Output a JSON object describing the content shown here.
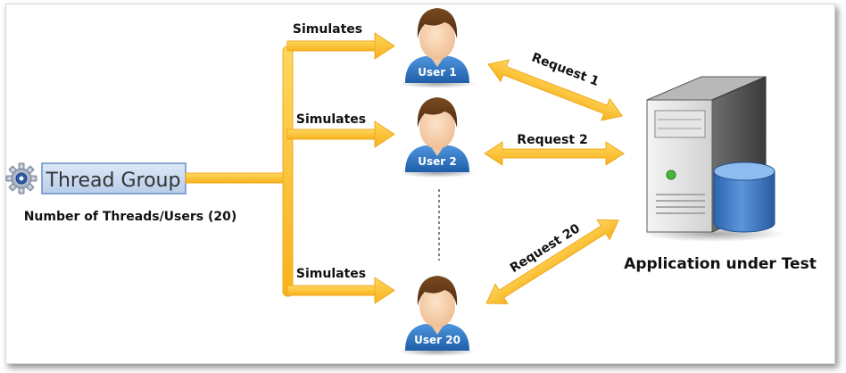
{
  "thread_group": {
    "label": "Thread Group",
    "caption": "Number of Threads/Users (20)",
    "icon": "gear-icon"
  },
  "simulates_labels": [
    "Simulates",
    "Simulates",
    "Simulates"
  ],
  "users": [
    "User 1",
    "User 2",
    "User 20"
  ],
  "requests": [
    "Request 1",
    "Request 2",
    "Request 20"
  ],
  "server": {
    "label": "Application under Test",
    "icon": "server-database-icon"
  },
  "colors": {
    "arrow": "#fbc02d",
    "arrow_edge": "#f2a516",
    "thread_box_fill": "#c9daf0",
    "thread_box_border": "#6b8fc4",
    "user_shirt": "#2f74c0",
    "user_hair": "#5a3415",
    "user_skin": "#f4cfae",
    "db": "#3f78c4"
  }
}
